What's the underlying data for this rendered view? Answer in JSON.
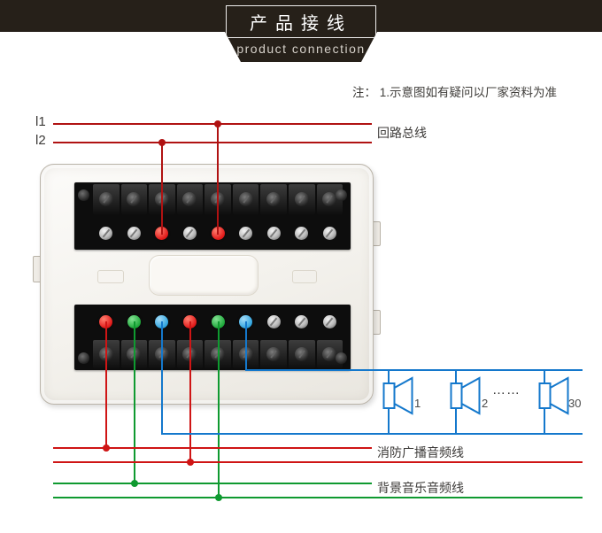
{
  "header": {
    "title": "产品接线",
    "subtitle": "product connection"
  },
  "note": "注： 1.示意图如有疑问以厂家资料为准",
  "wiring": {
    "line1_label": "l1",
    "line2_label": "l2",
    "loop_bus_label": "回路总线",
    "fire_broadcast_label": "消防广播音频线",
    "background_music_label": "背景音乐音频线"
  },
  "speakers": {
    "labels": [
      "1",
      "2",
      "30"
    ],
    "ellipsis": "……"
  },
  "terminals": {
    "top": {
      "cells": 9,
      "dots": {
        "2": "red",
        "4": "red"
      }
    },
    "bottom": {
      "cells": 9,
      "dots": {
        "0": "red",
        "1": "green",
        "2": "blue",
        "3": "red",
        "4": "green",
        "5": "blue"
      }
    }
  },
  "colors": {
    "banner_bg": "#262019",
    "loop_wire": "#b01212",
    "red_wire": "#cf1515",
    "green_wire": "#0f9a30",
    "blue_wire": "#1478cc",
    "dot": {
      "red": "#e01818",
      "green": "#1ea83a",
      "blue": "#30a5e0"
    },
    "dot_highlight": {
      "red": "#ff8070",
      "green": "#84e294",
      "blue": "#a5dcf7"
    }
  }
}
